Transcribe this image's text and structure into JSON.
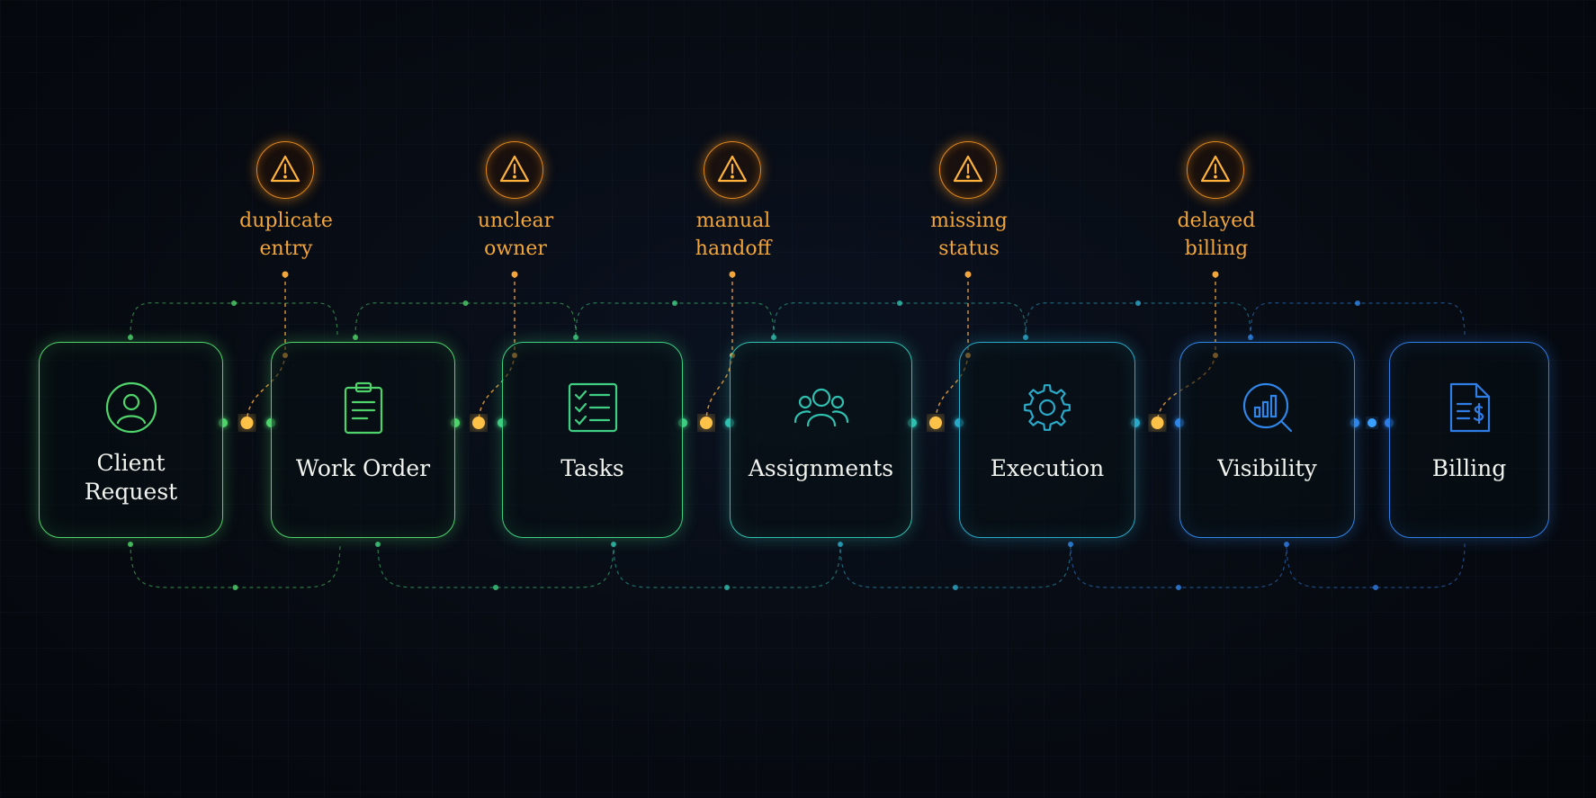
{
  "colors": {
    "green": "#4fd46b",
    "teal": "#2fc0b0",
    "blue": "#2f86e8",
    "warning": "#f2a53a"
  },
  "stages": [
    {
      "label_line1": "Client",
      "label_line2": "Request",
      "icon": "user-circle-icon"
    },
    {
      "label_line1": "Work Order",
      "label_line2": "",
      "icon": "clipboard-icon"
    },
    {
      "label_line1": "Tasks",
      "label_line2": "",
      "icon": "checklist-icon"
    },
    {
      "label_line1": "Assignments",
      "label_line2": "",
      "icon": "team-icon"
    },
    {
      "label_line1": "Execution",
      "label_line2": "",
      "icon": "gear-icon"
    },
    {
      "label_line1": "Visibility",
      "label_line2": "",
      "icon": "analytics-search-icon"
    },
    {
      "label_line1": "Billing",
      "label_line2": "",
      "icon": "invoice-icon"
    }
  ],
  "issues": [
    {
      "line1": "duplicate",
      "line2": "entry",
      "icon": "warning-triangle-icon"
    },
    {
      "line1": "unclear",
      "line2": "owner",
      "icon": "warning-triangle-icon"
    },
    {
      "line1": "manual",
      "line2": "handoff",
      "icon": "warning-triangle-icon"
    },
    {
      "line1": "missing",
      "line2": "status",
      "icon": "warning-triangle-icon"
    },
    {
      "line1": "delayed",
      "line2": "billing",
      "icon": "warning-triangle-icon"
    }
  ]
}
